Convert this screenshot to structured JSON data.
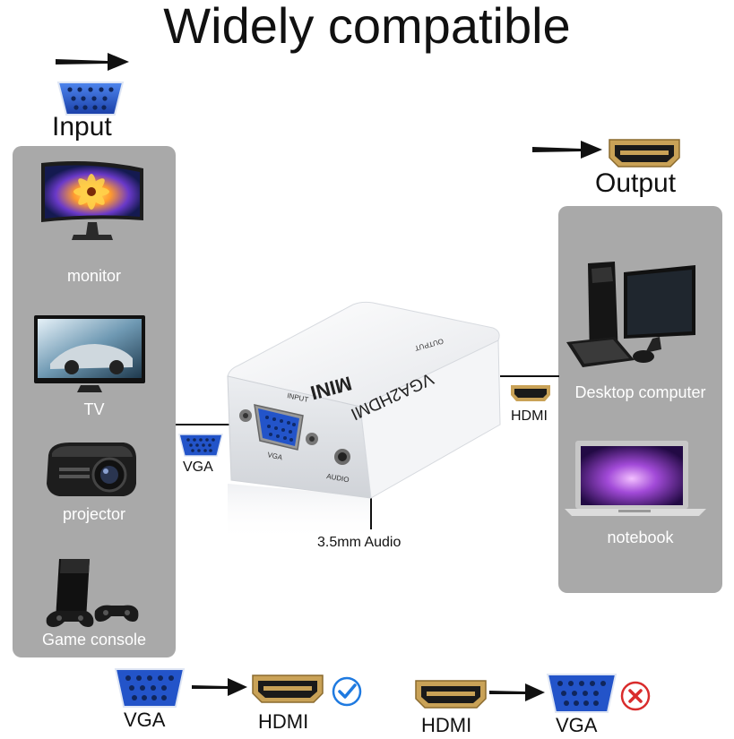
{
  "title": "Widely compatible",
  "input": {
    "label": "Input"
  },
  "output": {
    "label": "Output"
  },
  "input_devices": [
    {
      "name": "monitor",
      "icon": "monitor-icon"
    },
    {
      "name": "TV",
      "icon": "tv-icon"
    },
    {
      "name": "projector",
      "icon": "projector-icon"
    },
    {
      "name": "Game console",
      "icon": "game-console-icon"
    }
  ],
  "output_devices": [
    {
      "name": "Desktop computer",
      "icon": "desktop-computer-icon"
    },
    {
      "name": "notebook",
      "icon": "notebook-icon"
    }
  ],
  "adapter": {
    "brand": "MINI",
    "model": "VGA2HDMI",
    "input_port": "INPUT",
    "output_port": "OUTPUT",
    "vga_port": "VGA",
    "audio_port": "AUDIO"
  },
  "connectors": {
    "vga": "VGA",
    "hdmi": "HDMI",
    "audio": "3.5mm Audio"
  },
  "conversions": [
    {
      "from": "VGA",
      "to": "HDMI",
      "supported": true
    },
    {
      "from": "HDMI",
      "to": "VGA",
      "supported": false
    }
  ],
  "colors": {
    "panel": "#a9a9a9",
    "vga_blue": "#2354c9",
    "hdmi_gold": "#c9a257",
    "check_blue": "#1f7ae0",
    "cross_red": "#d92c2c"
  }
}
